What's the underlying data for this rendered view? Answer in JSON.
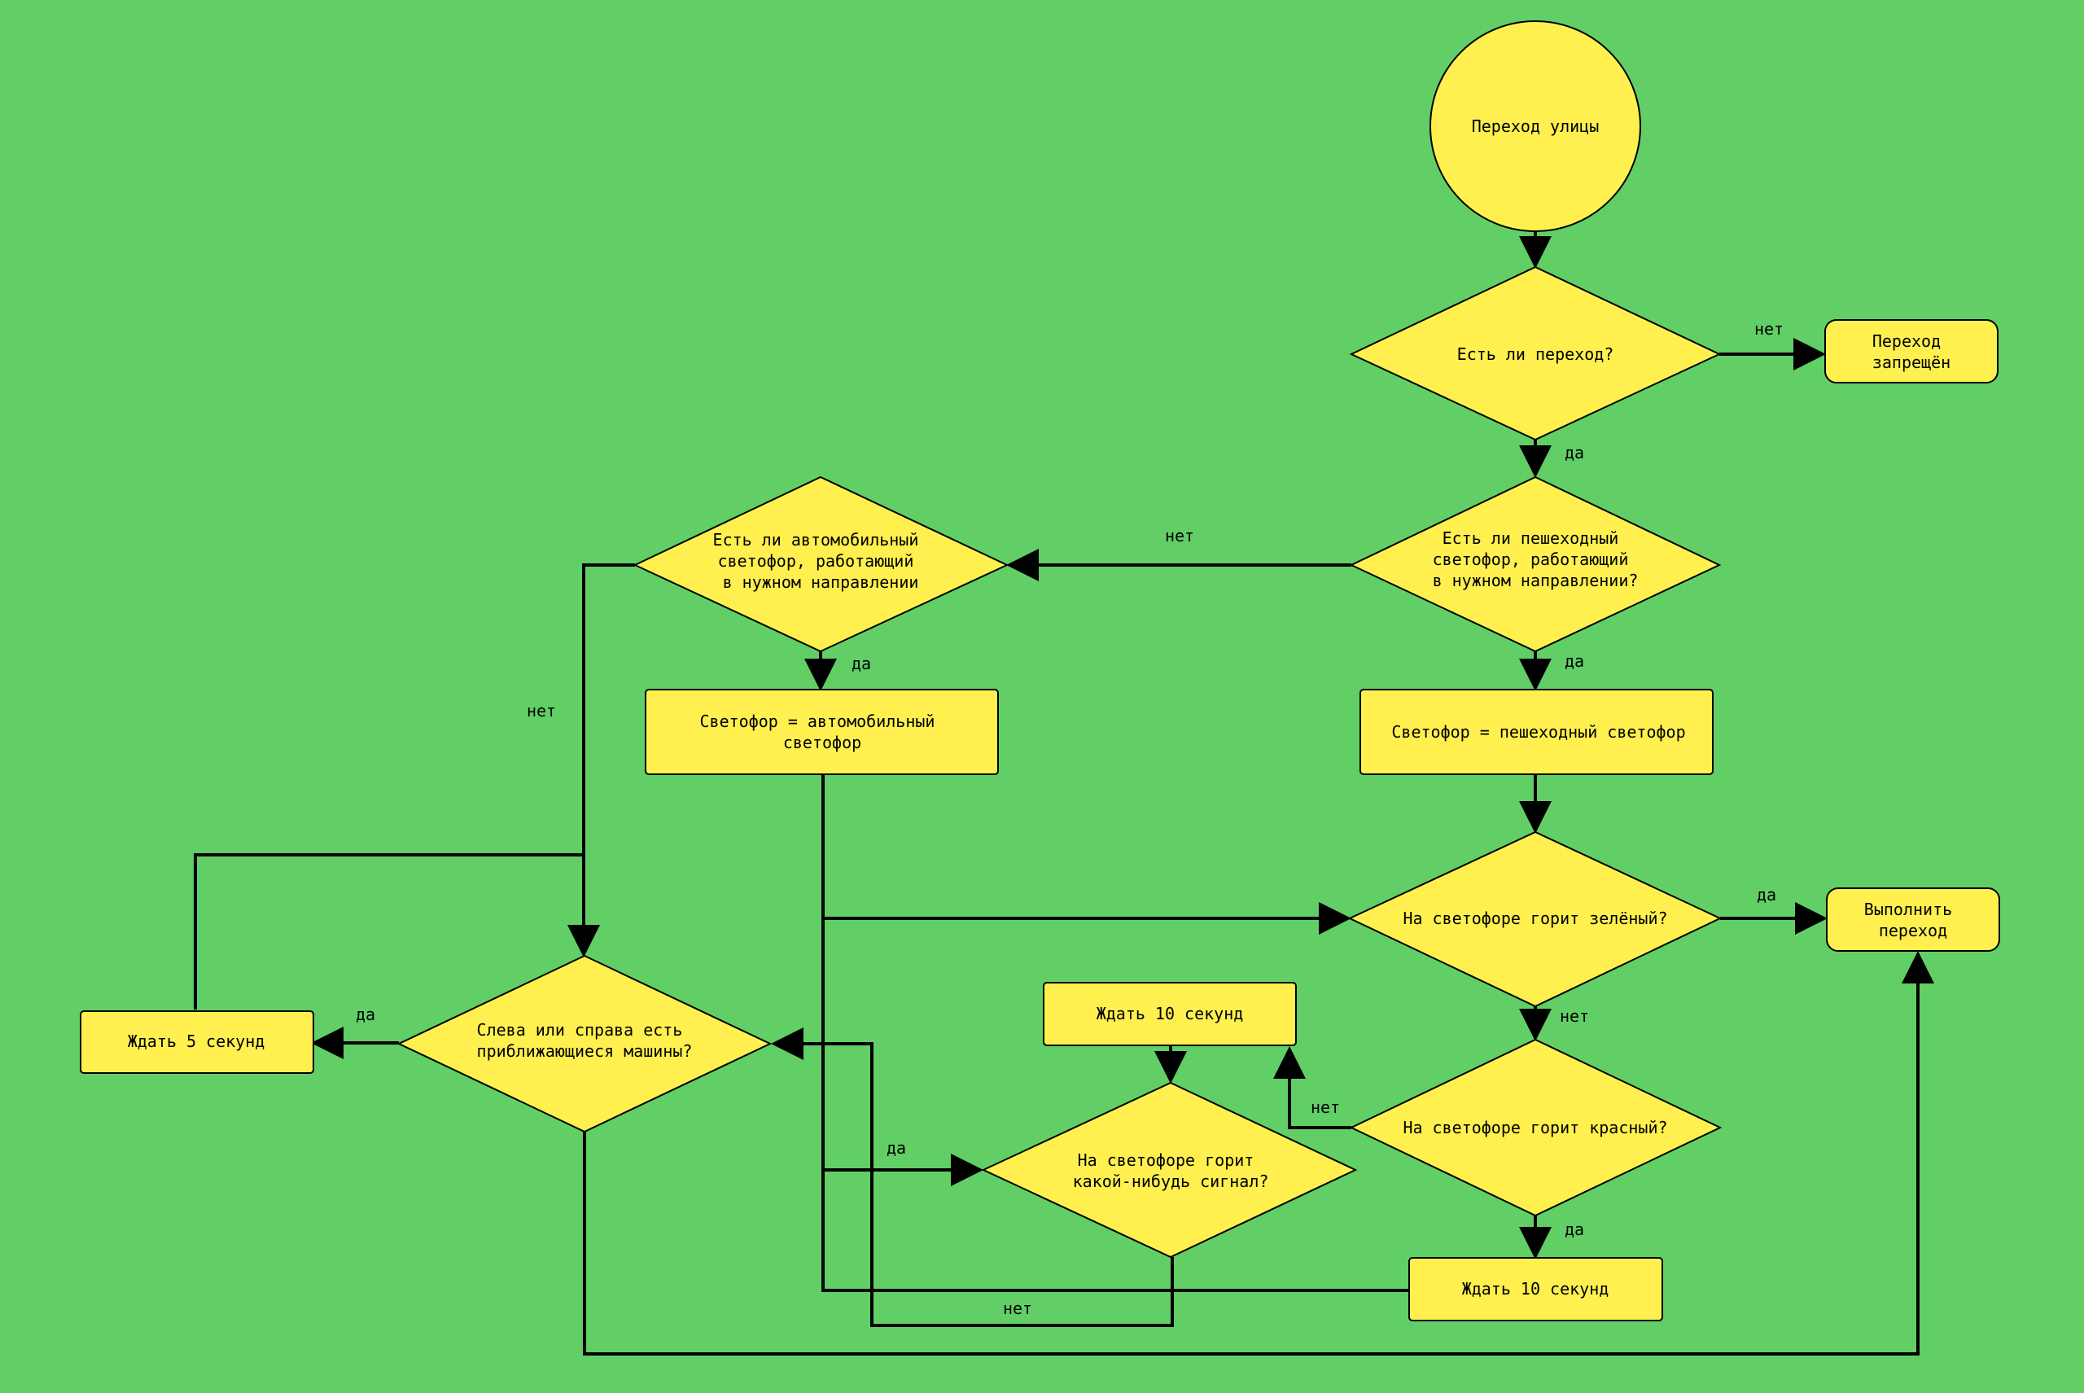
{
  "colors": {
    "background": "#61cf66",
    "node_fill": "#fff04f",
    "stroke": "#000000"
  },
  "nodes": {
    "start": [
      "Переход улицы"
    ],
    "crossing_exists": [
      "Есть ли переход?"
    ],
    "forbidden": [
      "Переход",
      "запрещён"
    ],
    "ped_light_exists": [
      "Есть ли пешеходный",
      "светофор, работающий",
      "в нужном направлении?"
    ],
    "car_light_exists": [
      "Есть ли автомобильный",
      "светофор, работающий",
      "в нужном направлении"
    ],
    "set_car_light": [
      "Светофор = автомобильный",
      "светофор"
    ],
    "set_ped_light": [
      "Светофор = пешеходный светофор"
    ],
    "green_on": [
      "На светофоре горит зелёный?"
    ],
    "do_cross": [
      "Выполнить",
      "переход"
    ],
    "red_on": [
      "На светофоре горит красный?"
    ],
    "wait10_top": [
      "Ждать 10 секунд"
    ],
    "wait10_bottom": [
      "Ждать 10 секунд"
    ],
    "any_signal": [
      "На светофоре горит",
      "какой-нибудь сигнал?"
    ],
    "cars_approaching": [
      "Слева или справа есть",
      "приближающиеся машины?"
    ],
    "wait5": [
      "Ждать 5 секунд"
    ]
  },
  "edge_labels": {
    "crossing_no": "нет",
    "crossing_yes": "да",
    "ped_no": "нет",
    "ped_yes": "да",
    "car_yes": "да",
    "car_no": "нет",
    "green_yes": "да",
    "green_no": "нет",
    "red_no": "нет",
    "red_yes": "да",
    "signal_yes": "да",
    "signal_no": "нет",
    "cars_yes": "да"
  }
}
